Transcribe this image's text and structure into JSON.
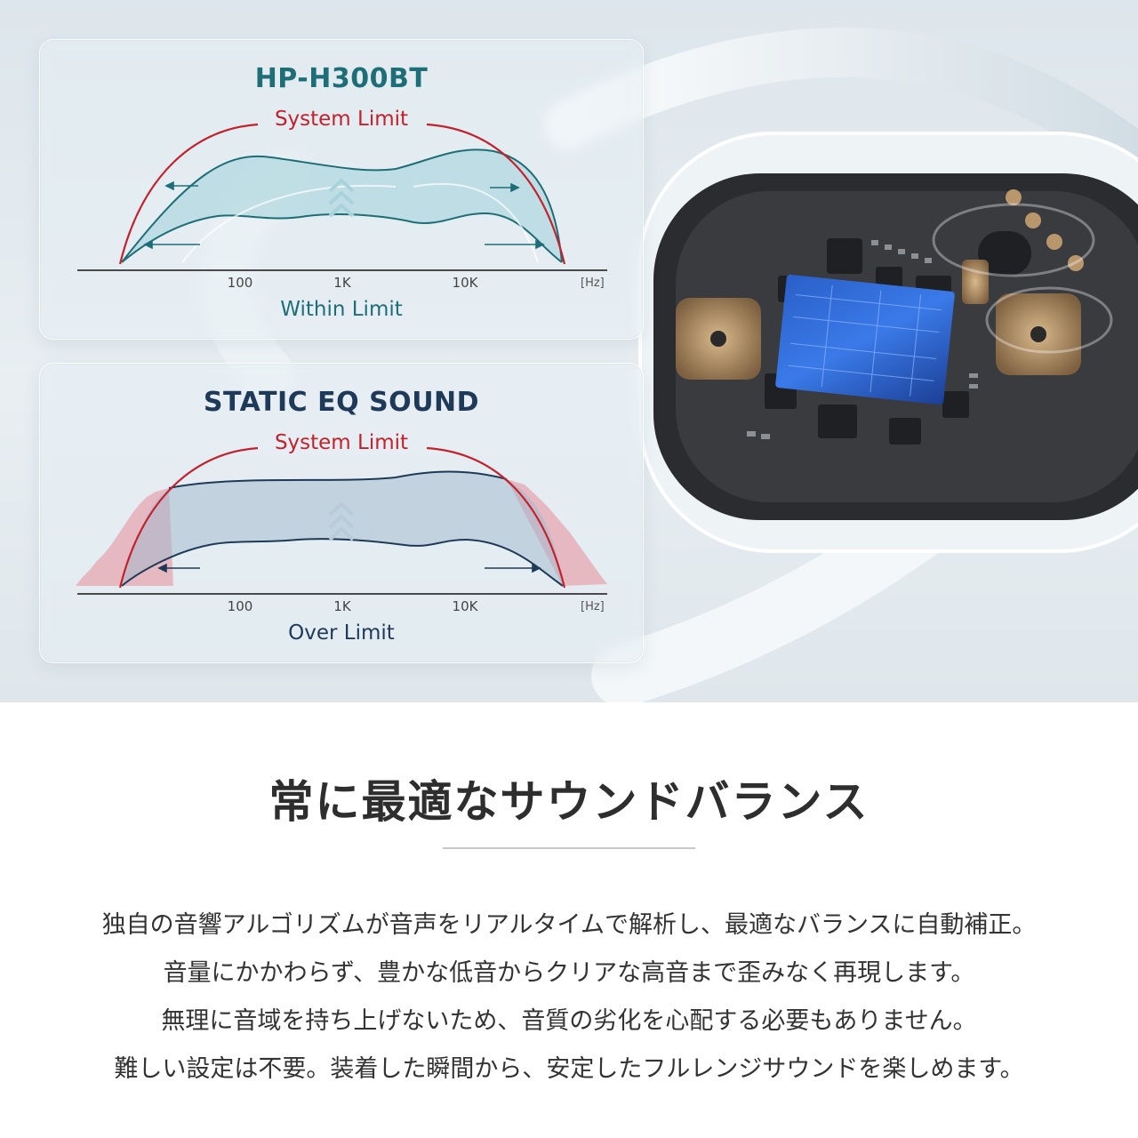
{
  "panels": {
    "top": {
      "title": "HP-H300BT",
      "limit_label": "System Limit",
      "caption": "Within Limit",
      "ticks": [
        "100",
        "1K",
        "10K"
      ],
      "unit": "[Hz]"
    },
    "bottom": {
      "title": "STATIC EQ SOUND",
      "limit_label": "System Limit",
      "caption": "Over Limit",
      "ticks": [
        "100",
        "1K",
        "10K"
      ],
      "unit": "[Hz]"
    }
  },
  "colors": {
    "limit_curve": "#c3212b",
    "teal": "#1e6e77",
    "navy": "#1f3a58",
    "over_fill": "#e7a7b0"
  },
  "content": {
    "headline": "常に最適なサウンドバランス",
    "lines": [
      "独自の音響アルゴリズムが音声をリアルタイムで解析し、最適なバランスに自動補正。",
      "音量にかかわらず、豊かな低音からクリアな高音まで歪みなく再現します。",
      "無理に音域を持ち上げないため、音質の劣化を心配する必要もありません。",
      "難しい設定は不要。装着した瞬間から、安定したフルレンジサウンドを楽しめます。"
    ]
  }
}
